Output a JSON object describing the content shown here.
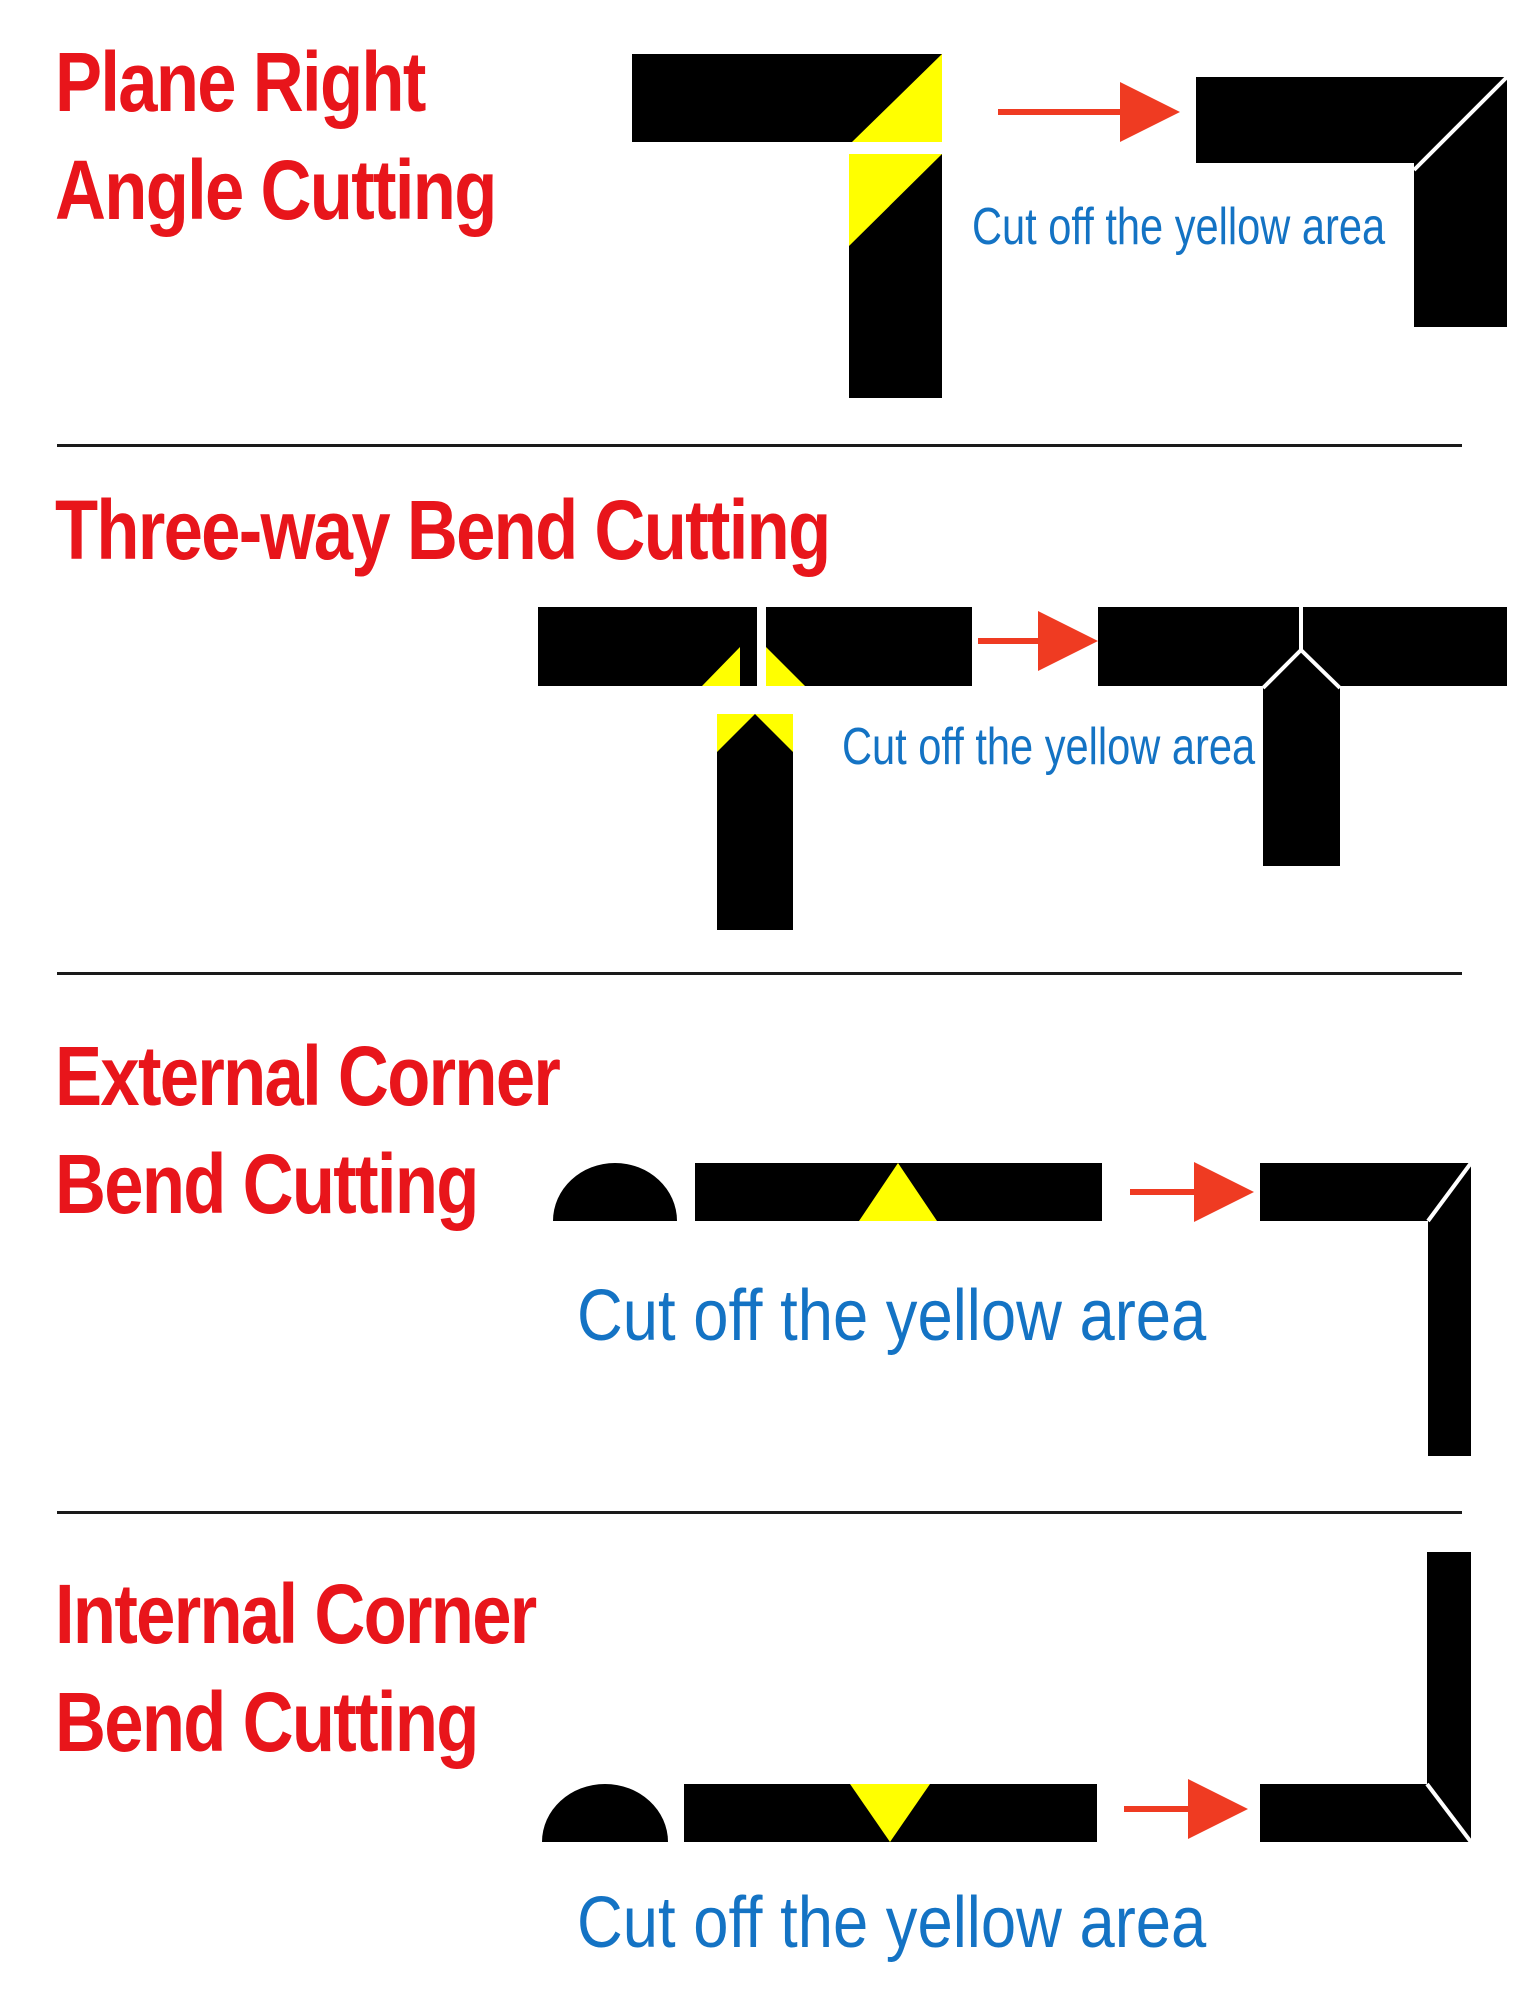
{
  "colors": {
    "title": "#e8151b",
    "caption": "#1473c4",
    "arrow": "#ef3b22",
    "strip": "#000000",
    "cut_area": "#ffff00"
  },
  "sections": [
    {
      "title_lines": [
        "Plane Right",
        "Angle Cutting"
      ],
      "caption": "Cut off the yellow area"
    },
    {
      "title_lines": [
        "Three-way Bend Cutting"
      ],
      "caption": "Cut off the yellow area"
    },
    {
      "title_lines": [
        "External Corner",
        "Bend Cutting"
      ],
      "caption": "Cut off the yellow area"
    },
    {
      "title_lines": [
        "Internal Corner",
        "Bend Cutting"
      ],
      "caption": "Cut off the yellow area"
    }
  ]
}
